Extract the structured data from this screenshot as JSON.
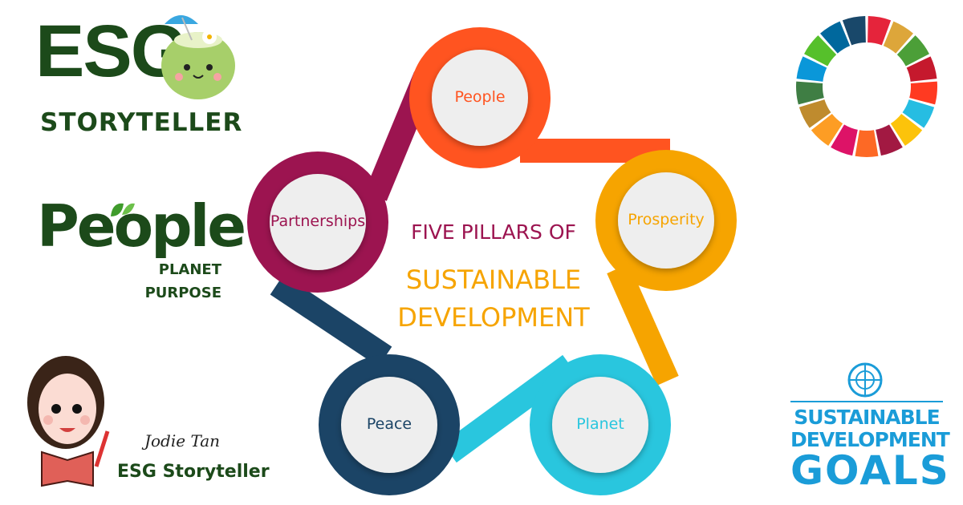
{
  "logos": {
    "esg_storyteller": {
      "main": "ESG",
      "sub": "STORYTELLER"
    },
    "people_planet_purpose": {
      "main": "People",
      "line2": "PLANET",
      "line3": "PURPOSE"
    },
    "author": {
      "signature": "Jodie Tan",
      "title": "ESG Storyteller"
    },
    "sdg": {
      "line1": "SUSTAINABLE",
      "line2": "DEVELOPMENT",
      "line3": "GOALS"
    }
  },
  "diagram": {
    "title_line1": "FIVE PILLARS OF",
    "title_line2": "SUSTAINABLE",
    "title_line3": "DEVELOPMENT",
    "pillars": [
      {
        "label": "People",
        "color": "#FF5420"
      },
      {
        "label": "Prosperity",
        "color": "#F6A400"
      },
      {
        "label": "Planet",
        "color": "#29C6DE"
      },
      {
        "label": "Peace",
        "color": "#1B4466"
      },
      {
        "label": "Partnerships",
        "color": "#9C1450"
      }
    ]
  },
  "sdg_colors": [
    "#E5243B",
    "#DDA63A",
    "#4C9F38",
    "#C5192D",
    "#FF3A21",
    "#26BDE2",
    "#FCC30B",
    "#A21942",
    "#FD6925",
    "#DD1367",
    "#FD9D24",
    "#BF8B2E",
    "#3F7E44",
    "#0A97D9",
    "#56C02B",
    "#00689D",
    "#19486A"
  ]
}
